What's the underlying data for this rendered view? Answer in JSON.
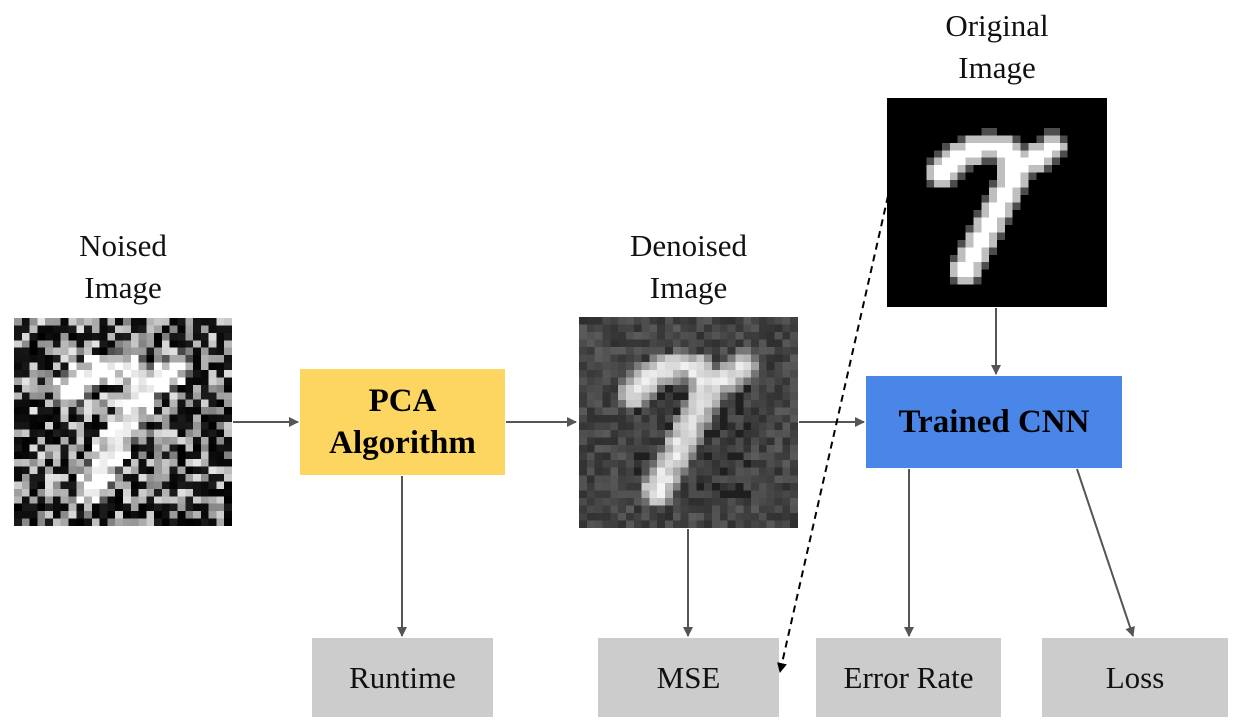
{
  "colors": {
    "pca_box": "#fcd661",
    "cnn_box": "#4a86e8",
    "metric_box": "#cccccc",
    "arrow": "#555555",
    "dashed_arrow": "#000000"
  },
  "images": {
    "noised": {
      "caption_line1": "Noised",
      "caption_line2": "Image"
    },
    "denoised": {
      "caption_line1": "Denoised",
      "caption_line2": "Image"
    },
    "original": {
      "caption_line1": "Original",
      "caption_line2": "Image"
    }
  },
  "process": {
    "pca": {
      "line1": "PCA",
      "line2": "Algorithm"
    },
    "cnn": {
      "label": "Trained CNN"
    }
  },
  "metrics": {
    "runtime": "Runtime",
    "mse": "MSE",
    "error_rate": "Error Rate",
    "loss": "Loss"
  }
}
